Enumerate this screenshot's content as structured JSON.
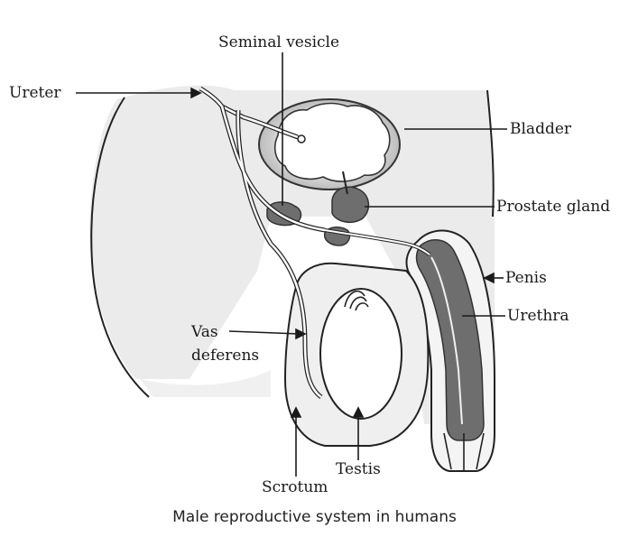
{
  "labels": {
    "seminal_vesicle": "Seminal vesicle",
    "ureter": "Ureter",
    "bladder": "Bladder",
    "prostate_gland": "Prostate gland",
    "penis": "Penis",
    "urethra": "Urethra",
    "vas_deferens_line1": "Vas",
    "vas_deferens_line2": "deferens",
    "testis": "Testis",
    "scrotum": "Scrotum"
  },
  "caption": "Male reproductive system in humans",
  "colors": {
    "organ_fill": "#e0e0e0",
    "tissue_dark": "#6e6e6e",
    "outline": "#222222"
  }
}
